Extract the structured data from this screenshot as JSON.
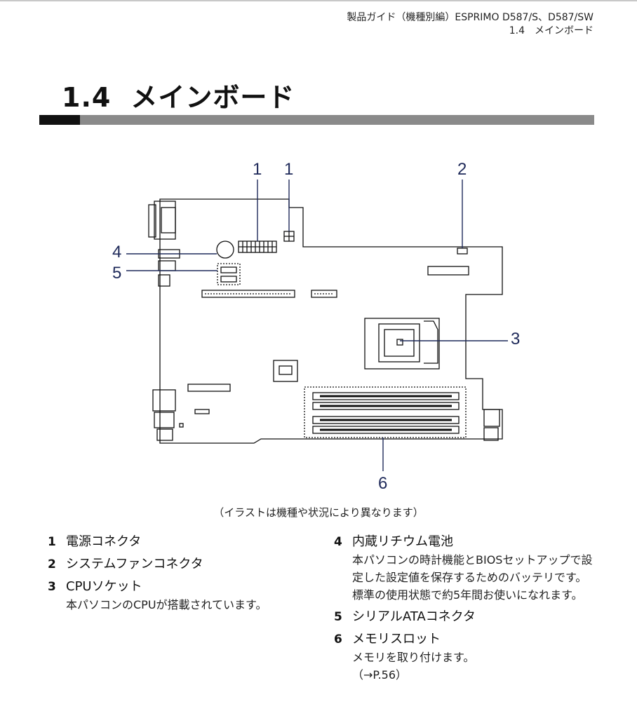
{
  "header": {
    "line1": "製品ガイド（機種別編）ESPRIMO D587/S、D587/SW",
    "line2": "1.4　メインボード"
  },
  "section": {
    "number": "1.4",
    "title": "メインボード"
  },
  "figure": {
    "callouts": [
      "1",
      "1",
      "2",
      "3",
      "4",
      "5",
      "6"
    ],
    "caption": "（イラストは機種や状況により異なります）"
  },
  "legend": {
    "items": [
      {
        "num": "1",
        "label": "電源コネクタ",
        "desc": ""
      },
      {
        "num": "2",
        "label": "システムファンコネクタ",
        "desc": ""
      },
      {
        "num": "3",
        "label": "CPUソケット",
        "desc": "本パソコンのCPUが搭載されています。"
      },
      {
        "num": "4",
        "label": "内蔵リチウム電池",
        "desc": "本パソコンの時計機能とBIOSセットアップで設定した設定値を保存するためのバッテリです。標準の使用状態で約5年間お使いになれます。"
      },
      {
        "num": "5",
        "label": "シリアルATAコネクタ",
        "desc": ""
      },
      {
        "num": "6",
        "label": "メモリスロット",
        "desc": "メモリを取り付けます。",
        "ref": "（→P.56）"
      }
    ]
  },
  "colors": {
    "callout": "#1f2a5a",
    "title_bar_dark": "#111111",
    "title_bar_grey": "#8a8a8a"
  }
}
